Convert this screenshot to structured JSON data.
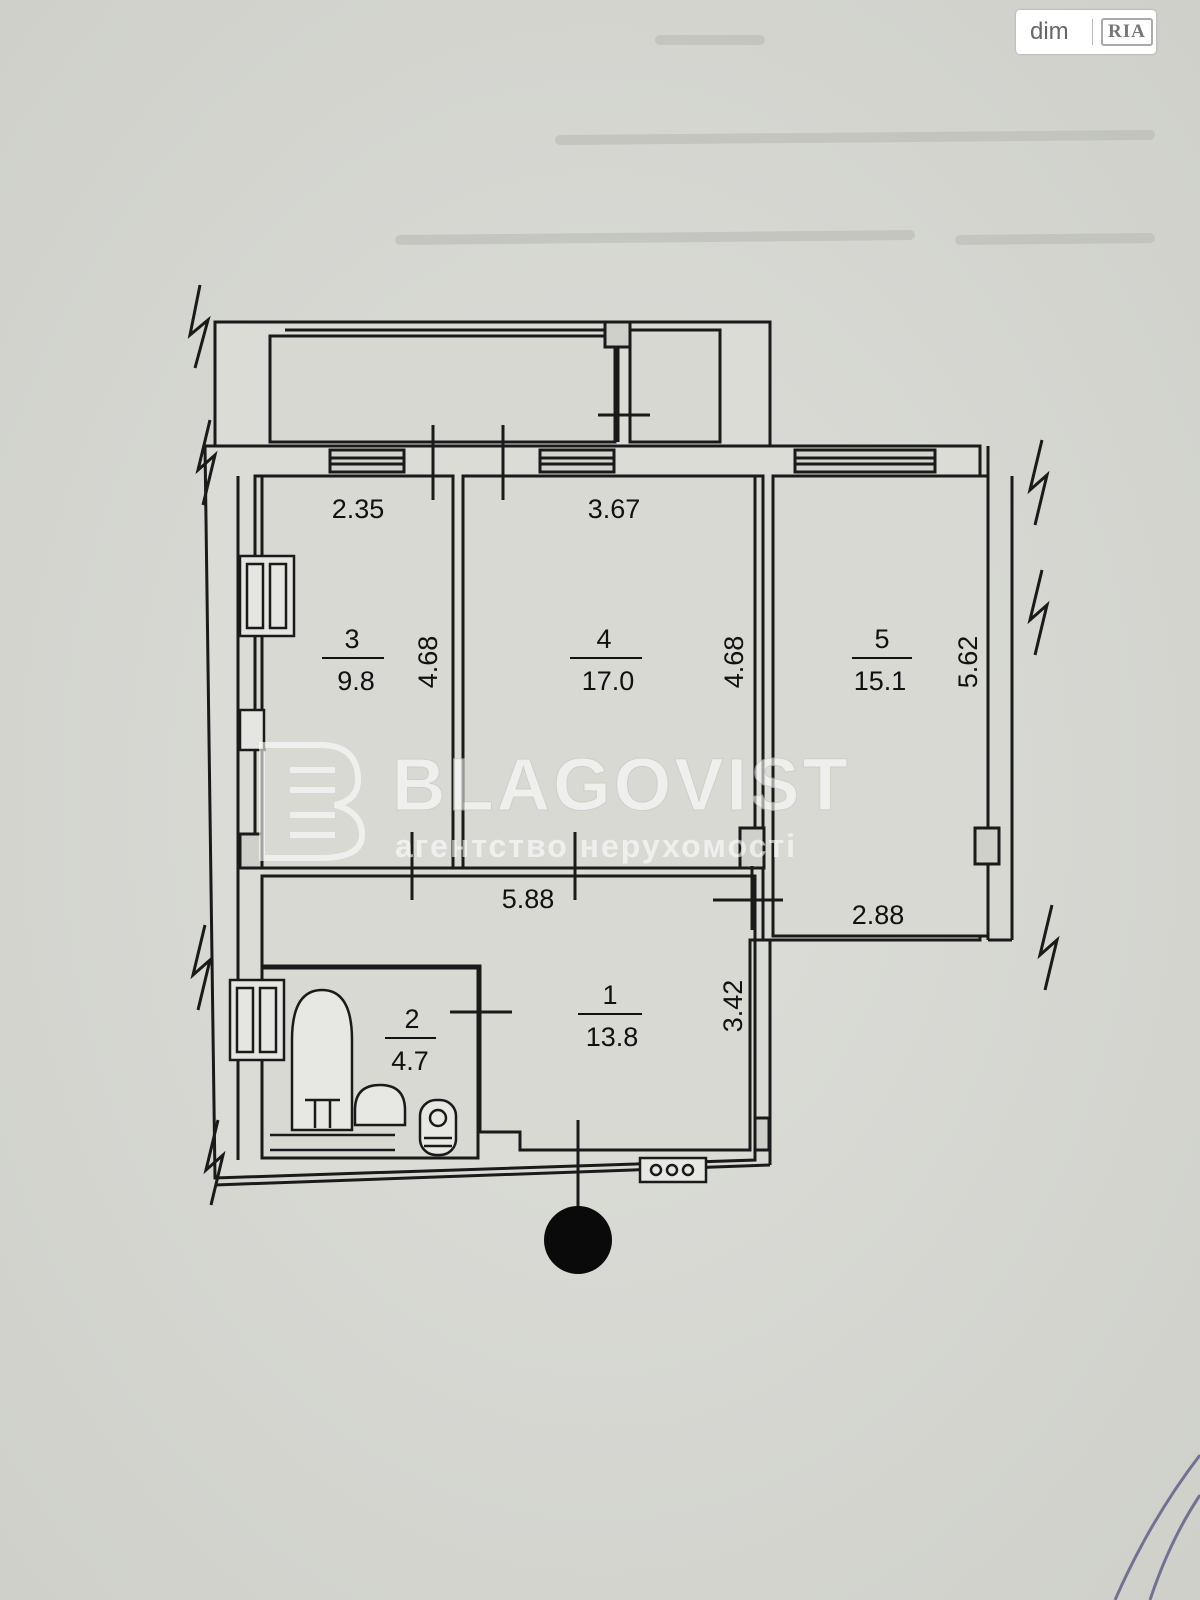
{
  "watermark": {
    "brand": "BLAGOVIST",
    "subtitle": "агентство нерухомості"
  },
  "badge": {
    "dim": "dim",
    "ria": "RIA"
  },
  "rooms": [
    {
      "number": "1",
      "area": "13.8"
    },
    {
      "number": "2",
      "area": "4.7"
    },
    {
      "number": "3",
      "area": "9.8"
    },
    {
      "number": "4",
      "area": "17.0"
    },
    {
      "number": "5",
      "area": "15.1"
    }
  ],
  "dimensions": {
    "room3_width": "2.35",
    "room3_depth": "4.68",
    "room4_width": "3.67",
    "room4_depth": "4.68",
    "room5_depth": "5.62",
    "room5_width": "2.88",
    "hall_width": "5.88",
    "hall_depth": "3.42"
  }
}
